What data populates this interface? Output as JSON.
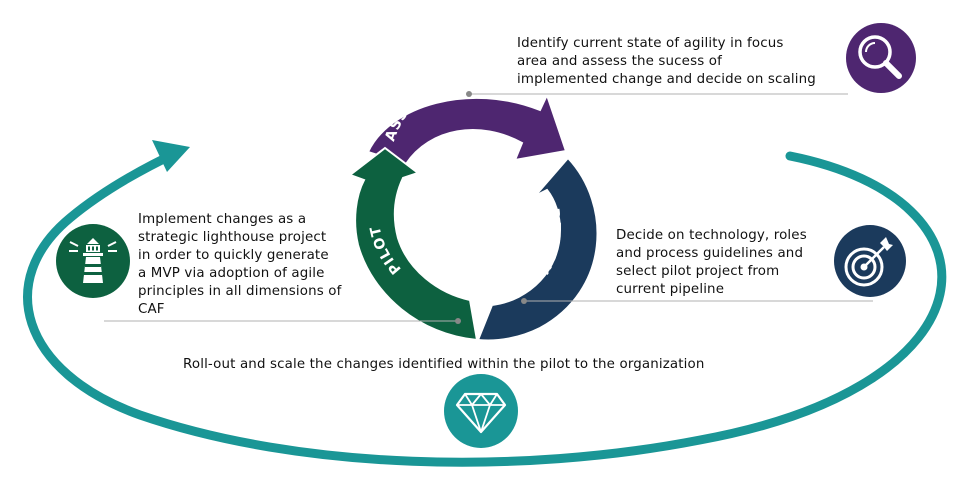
{
  "cycle": {
    "assess_label": "ASSESS & ADAPT",
    "design_label": "DESIGN",
    "pilot_label": "PILOT",
    "colors": {
      "assess": "#4e2670",
      "design": "#1b3a5c",
      "pilot": "#0d6140",
      "ellipse": "#1a9696"
    }
  },
  "texts": {
    "assess": [
      "Identify current state of agility in focus",
      "area and assess the sucess of",
      "implemented change and decide on scaling"
    ],
    "design": [
      "Decide on technology, roles",
      "and process guidelines and",
      "select pilot project from",
      "current pipeline"
    ],
    "pilot": [
      "Implement changes as a",
      "strategic lighthouse project",
      "in order to quickly generate",
      "a MVP via adoption of agile",
      "principles in all dimensions of",
      "CAF"
    ],
    "rollout": "Roll-out and scale the changes identified within the pilot to the organization"
  },
  "icons": {
    "assess": "magnifier-icon",
    "design": "target-arrow-icon",
    "pilot": "lighthouse-icon",
    "rollout": "diamond-icon"
  }
}
